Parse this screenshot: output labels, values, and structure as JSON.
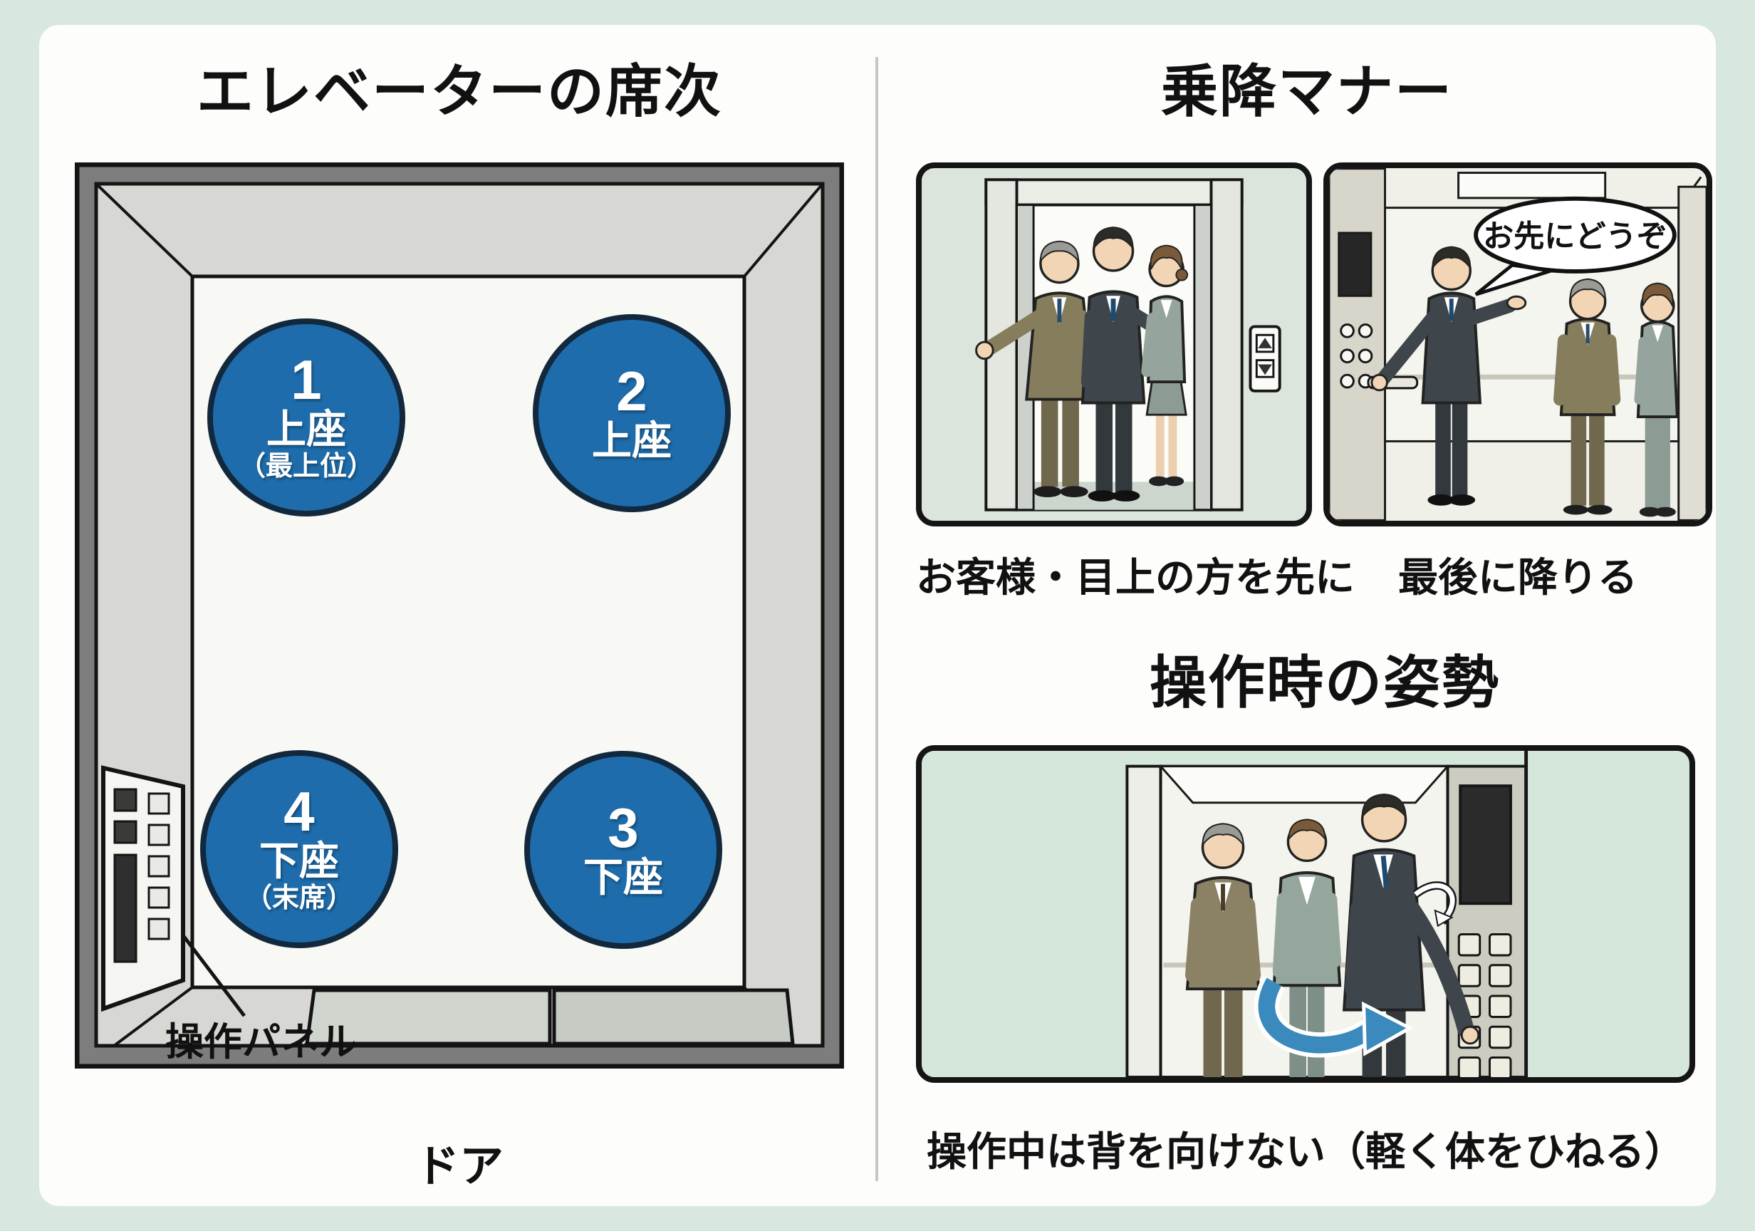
{
  "colors": {
    "page_bg": "#d9e8df",
    "card_bg": "#fdfdfb",
    "seat_blue": "#1e6cab",
    "arrow_blue": "#3a8abe",
    "illo_green": "#d5e6da",
    "text": "#111111"
  },
  "left_panel": {
    "title": "エレベーターの席次",
    "seats": [
      {
        "number": "1",
        "rank": "上座",
        "note": "（最上位）"
      },
      {
        "number": "2",
        "rank": "上座",
        "note": ""
      },
      {
        "number": "3",
        "rank": "下座",
        "note": ""
      },
      {
        "number": "4",
        "rank": "下座",
        "note": "（末席）"
      }
    ],
    "panel_label": "操作パネル",
    "door_label": "ドア"
  },
  "right_panel": {
    "boarding_title": "乗降マナー",
    "caption_first": "お客様・目上の方を先に",
    "caption_last": "最後に降りる",
    "speech_bubble": "お先にどうぞ",
    "posture_title": "操作時の姿勢",
    "posture_caption": "操作中は背を向けない（軽く体をひねる）"
  }
}
